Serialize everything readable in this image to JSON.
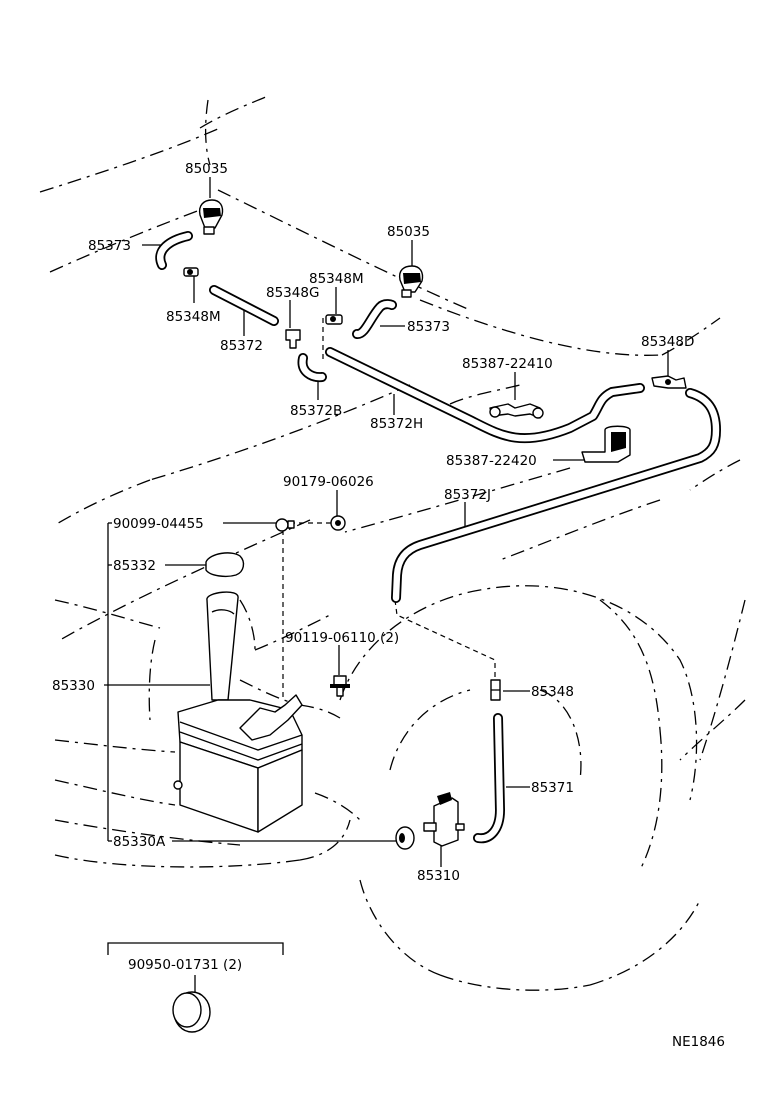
{
  "diagram_code": "NE1846",
  "labels": {
    "p85035_left": "85035",
    "p85373_left": "85373",
    "p85348m_left": "85348M",
    "p85372": "85372",
    "p85348g": "85348G",
    "p85348m_right": "85348M",
    "p85035_right": "85035",
    "p85373_right": "85373",
    "p85372b": "85372B",
    "p85372h": "85372H",
    "p85387_22410": "85387-22410",
    "p85348d": "85348D",
    "p85387_22420": "85387-22420",
    "p90179_06026": "90179-06026",
    "p85372j": "85372J",
    "p90099_04455": "90099-04455",
    "p85332": "85332",
    "p90119_06110": "90119-06110 (2)",
    "p85330": "85330",
    "p85348": "85348",
    "p85371": "85371",
    "p85330a": "85330A",
    "p85310": "85310",
    "p90950_01731": "90950-01731 (2)"
  }
}
